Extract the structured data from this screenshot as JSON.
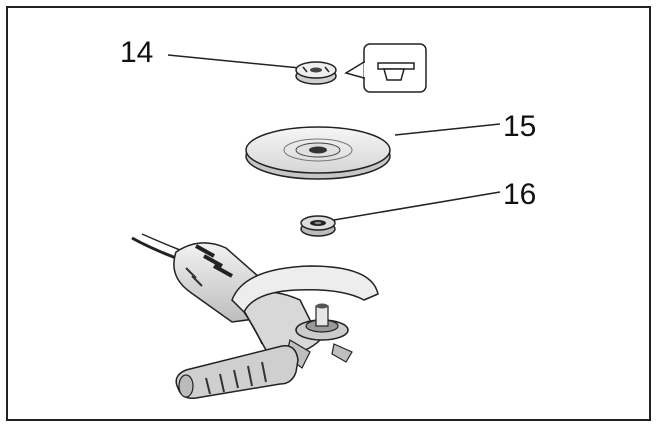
{
  "callouts": {
    "part_14": "14",
    "part_15": "15",
    "part_16": "16"
  },
  "colors": {
    "line": "#222222",
    "background": "#ffffff"
  }
}
